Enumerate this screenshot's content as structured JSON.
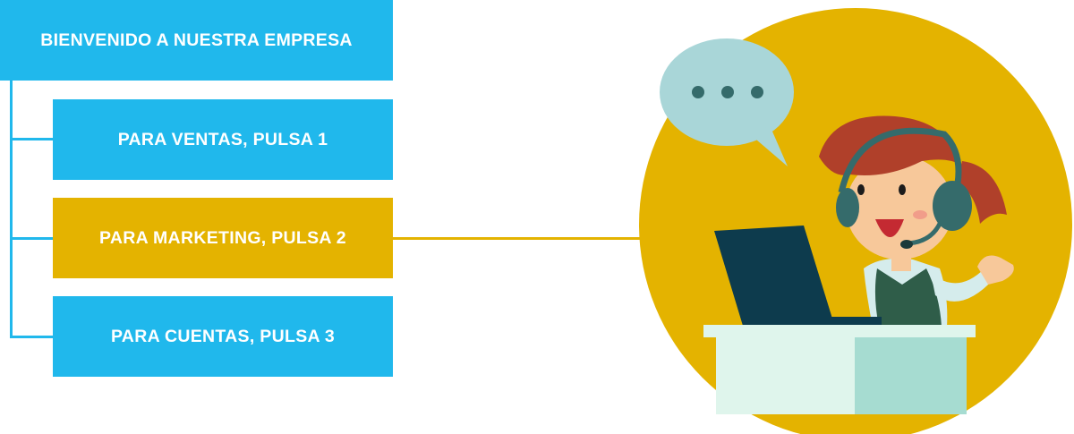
{
  "menu": {
    "welcome": "BIENVENIDO A NUESTRA EMPRESA",
    "options": [
      {
        "label": "PARA VENTAS, PULSA 1"
      },
      {
        "label": "PARA MARKETING, PULSA 2"
      },
      {
        "label": "PARA CUENTAS, PULSA 3"
      }
    ]
  },
  "colors": {
    "blue": "#20b8ec",
    "gold": "#e4b300",
    "highlight_connector": "#e4b300",
    "tree_line": "#20b8ec",
    "circle": "#e4b300",
    "bubble": "#a9d6d8",
    "hair": "#b0402a",
    "headset": "#356b6b",
    "laptop": "#0d3b4d",
    "vest": "#2f5d49",
    "desk_top": "#dff5ec",
    "desk_side": "#a6dcd1"
  },
  "icons": {
    "speech_bubble": "speech-bubble-icon",
    "agent": "call-center-agent-illustration"
  }
}
